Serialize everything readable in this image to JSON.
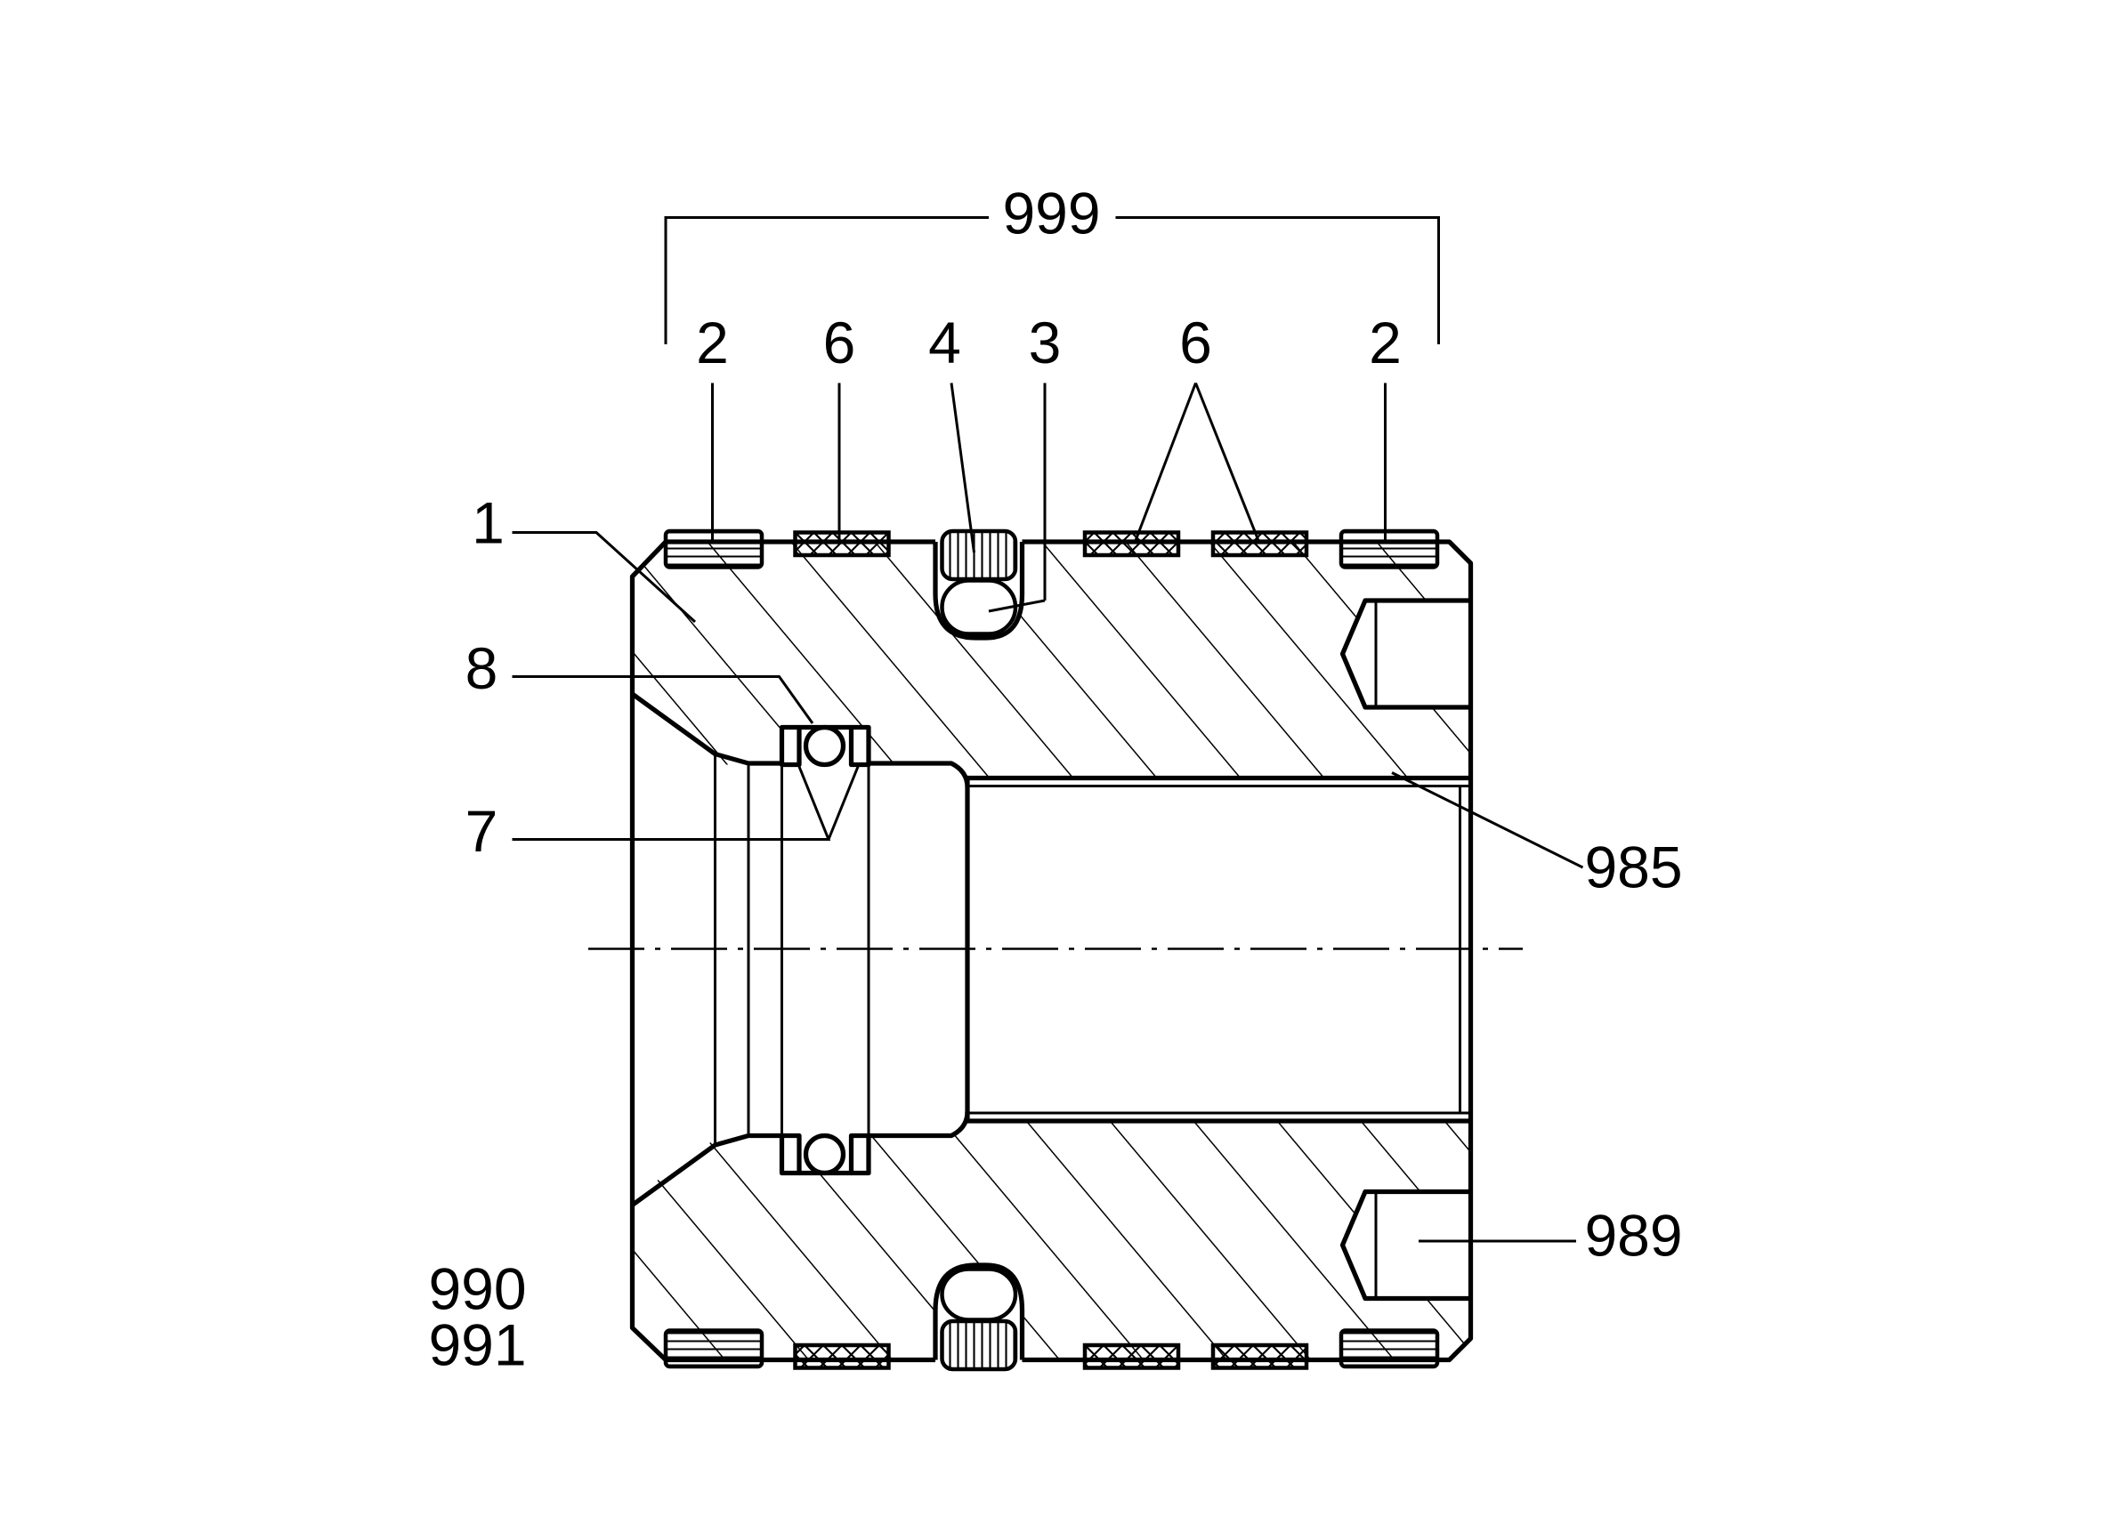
{
  "labels": {
    "assembly": "999",
    "part_1": "1",
    "part_2_left": "2",
    "part_6_left": "6",
    "part_4": "4",
    "part_3": "3",
    "part_6_right": "6",
    "part_2_right": "2",
    "part_8": "8",
    "part_7": "7",
    "part_985": "985",
    "part_989": "989",
    "part_990": "990",
    "part_991": "991"
  },
  "colors": {
    "line": "#000000",
    "background": "#ffffff"
  }
}
